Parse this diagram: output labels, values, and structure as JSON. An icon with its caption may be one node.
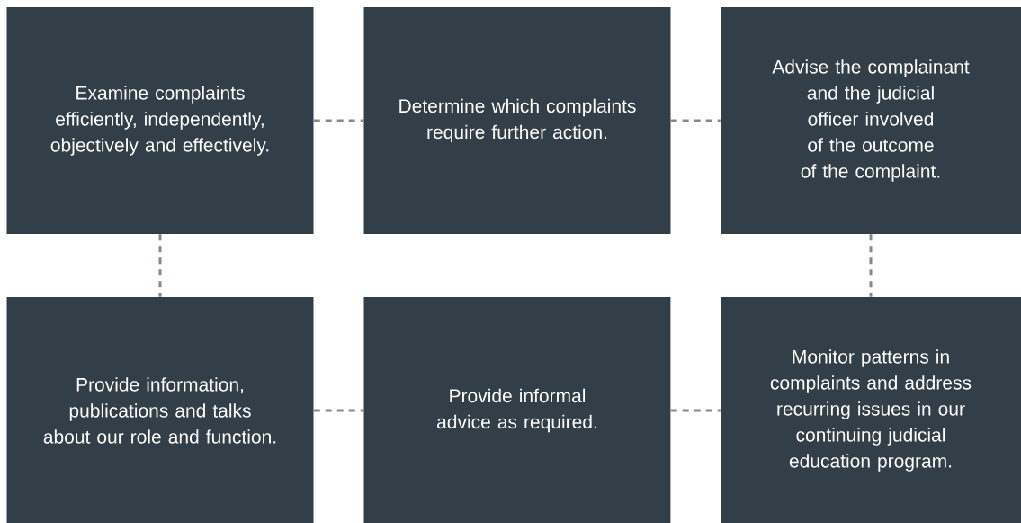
{
  "diagram": {
    "nodes": [
      {
        "text": [
          "Examine complaints efficiently, independently, objectively and effectively."
        ]
      },
      {
        "text": [
          "Determine which complaints require further action."
        ]
      },
      {
        "text": [
          "Advise the complainant and the judicial officer involved of the outcome of the complaint."
        ]
      },
      {
        "text": [
          "Provide information, publications and talks about our role and function."
        ]
      },
      {
        "text": [
          "Provide informal advice as required."
        ]
      },
      {
        "text": [
          "Monitor patterns in complaints and address recurring issues in our continuing judicial education program."
        ]
      }
    ],
    "edges": [
      {
        "from": 0,
        "to": 1,
        "arrow": "none",
        "style": "dashed"
      },
      {
        "from": 1,
        "to": 2,
        "arrow": "none",
        "style": "dashed"
      },
      {
        "from": 0,
        "to": 3,
        "arrow": "none",
        "style": "dashed"
      },
      {
        "from": 2,
        "to": 5,
        "arrow": "none",
        "style": "dashed"
      },
      {
        "from": 3,
        "to": 4,
        "arrow": "none",
        "style": "dashed"
      },
      {
        "from": 4,
        "to": 5,
        "arrow": "none",
        "style": "dashed"
      }
    ]
  }
}
